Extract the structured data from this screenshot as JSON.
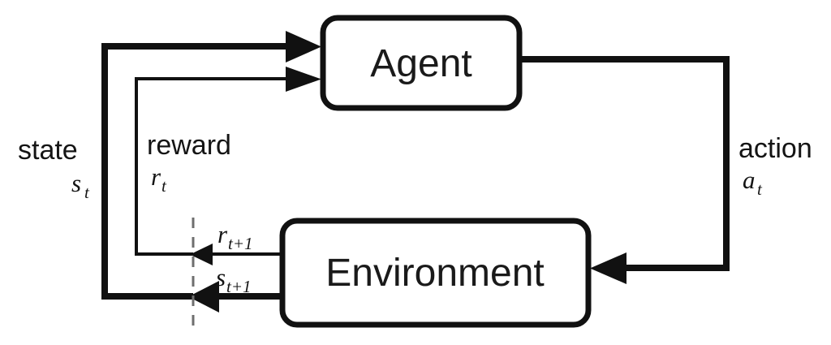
{
  "diagram": {
    "title": "Reinforcement learning agent-environment interaction loop",
    "background_color": "#ffffff",
    "stroke_color": "#111111",
    "dashed_divider_color": "#6e6e6e",
    "nodes": [
      {
        "id": "agent",
        "label": "Agent"
      },
      {
        "id": "environment",
        "label": "Environment"
      }
    ],
    "edges": [
      {
        "id": "state",
        "name": "state",
        "symbol": "s",
        "subscript": "t",
        "weight": "thick",
        "direction": "environment-to-agent"
      },
      {
        "id": "reward",
        "name": "reward",
        "symbol": "r",
        "subscript": "t",
        "weight": "thin",
        "direction": "environment-to-agent"
      },
      {
        "id": "action",
        "name": "action",
        "symbol": "a",
        "subscript": "t",
        "weight": "thick",
        "direction": "agent-to-environment"
      },
      {
        "id": "reward-next",
        "name": "",
        "symbol": "r",
        "subscript": "t+1",
        "weight": "thin",
        "direction": "environment-out"
      },
      {
        "id": "state-next",
        "name": "",
        "symbol": "s",
        "subscript": "t+1",
        "weight": "thick",
        "direction": "environment-out"
      }
    ]
  }
}
